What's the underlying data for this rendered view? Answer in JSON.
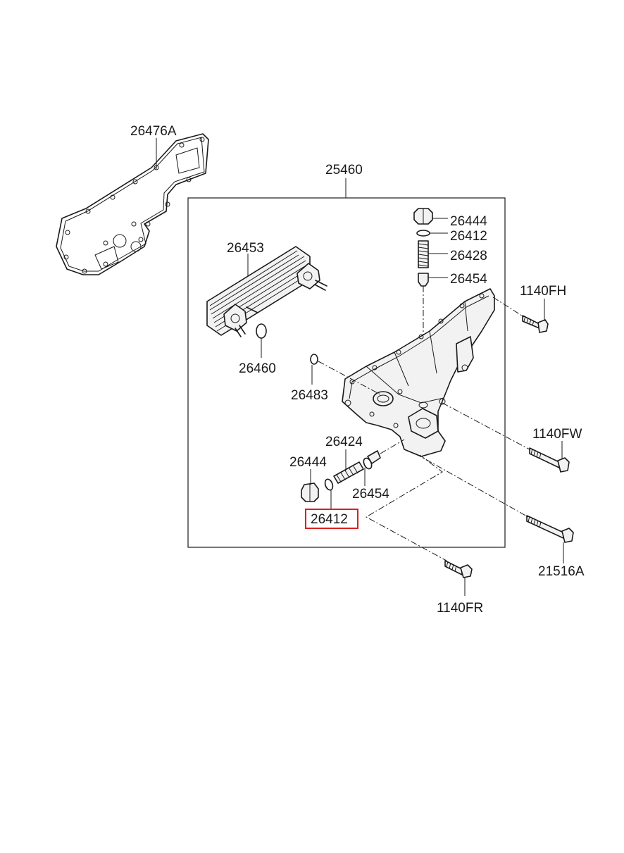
{
  "labels": {
    "gasket": "26476A",
    "assembly": "25460",
    "plug_top": "26444",
    "ring_top": "26412",
    "spring_top": "26428",
    "valve_top": "26454",
    "cooler": "26453",
    "cooler_oring": "26460",
    "oring_small": "26483",
    "bolt_fh": "1140FH",
    "bolt_fw": "1140FW",
    "spring_bottom": "26424",
    "plug_bottom": "26444",
    "valve_bottom": "26454",
    "ring_bottom": "26412",
    "bolt_21516a": "21516A",
    "bolt_fr": "1140FR"
  },
  "highlight": {
    "color": "#d92020"
  }
}
